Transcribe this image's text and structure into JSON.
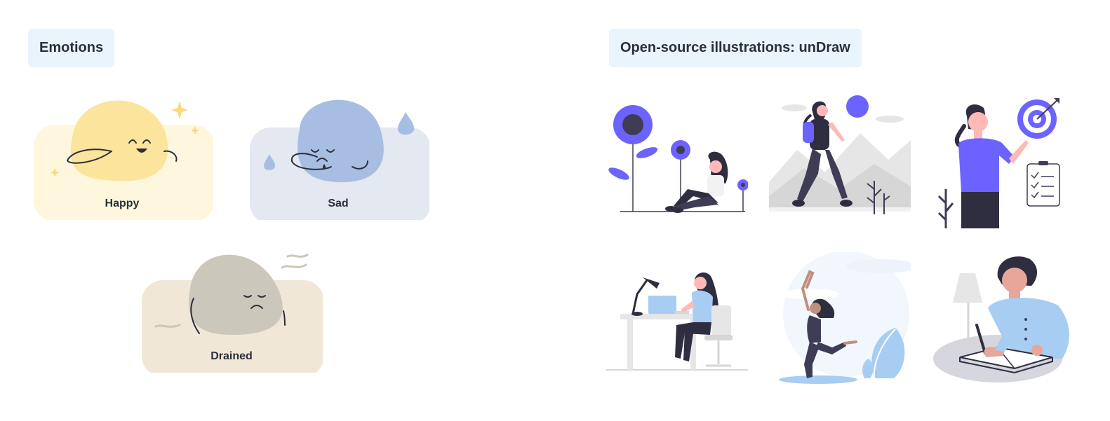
{
  "emotions": {
    "title": "Emotions",
    "cards": [
      {
        "label": "Happy",
        "icon": "happy-blob-icon",
        "bg": "#fef7de",
        "blob": "#fbe49b"
      },
      {
        "label": "Sad",
        "icon": "sad-blob-icon",
        "bg": "#e3e8f1",
        "blob": "#a7bee2"
      },
      {
        "label": "Drained",
        "icon": "drained-blob-icon",
        "bg": "#f0e7d7",
        "blob": "#ccc7bb"
      }
    ]
  },
  "open_source": {
    "title": "Open-source illustrations: unDraw",
    "accent": "#6c63ff",
    "illustrations": [
      {
        "icon": "woman-sunflowers-illustration"
      },
      {
        "icon": "woman-hiking-illustration"
      },
      {
        "icon": "woman-target-checklist-illustration"
      },
      {
        "icon": "woman-laptop-desk-illustration"
      },
      {
        "icon": "woman-dancing-illustration"
      },
      {
        "icon": "man-writing-book-illustration"
      }
    ]
  }
}
